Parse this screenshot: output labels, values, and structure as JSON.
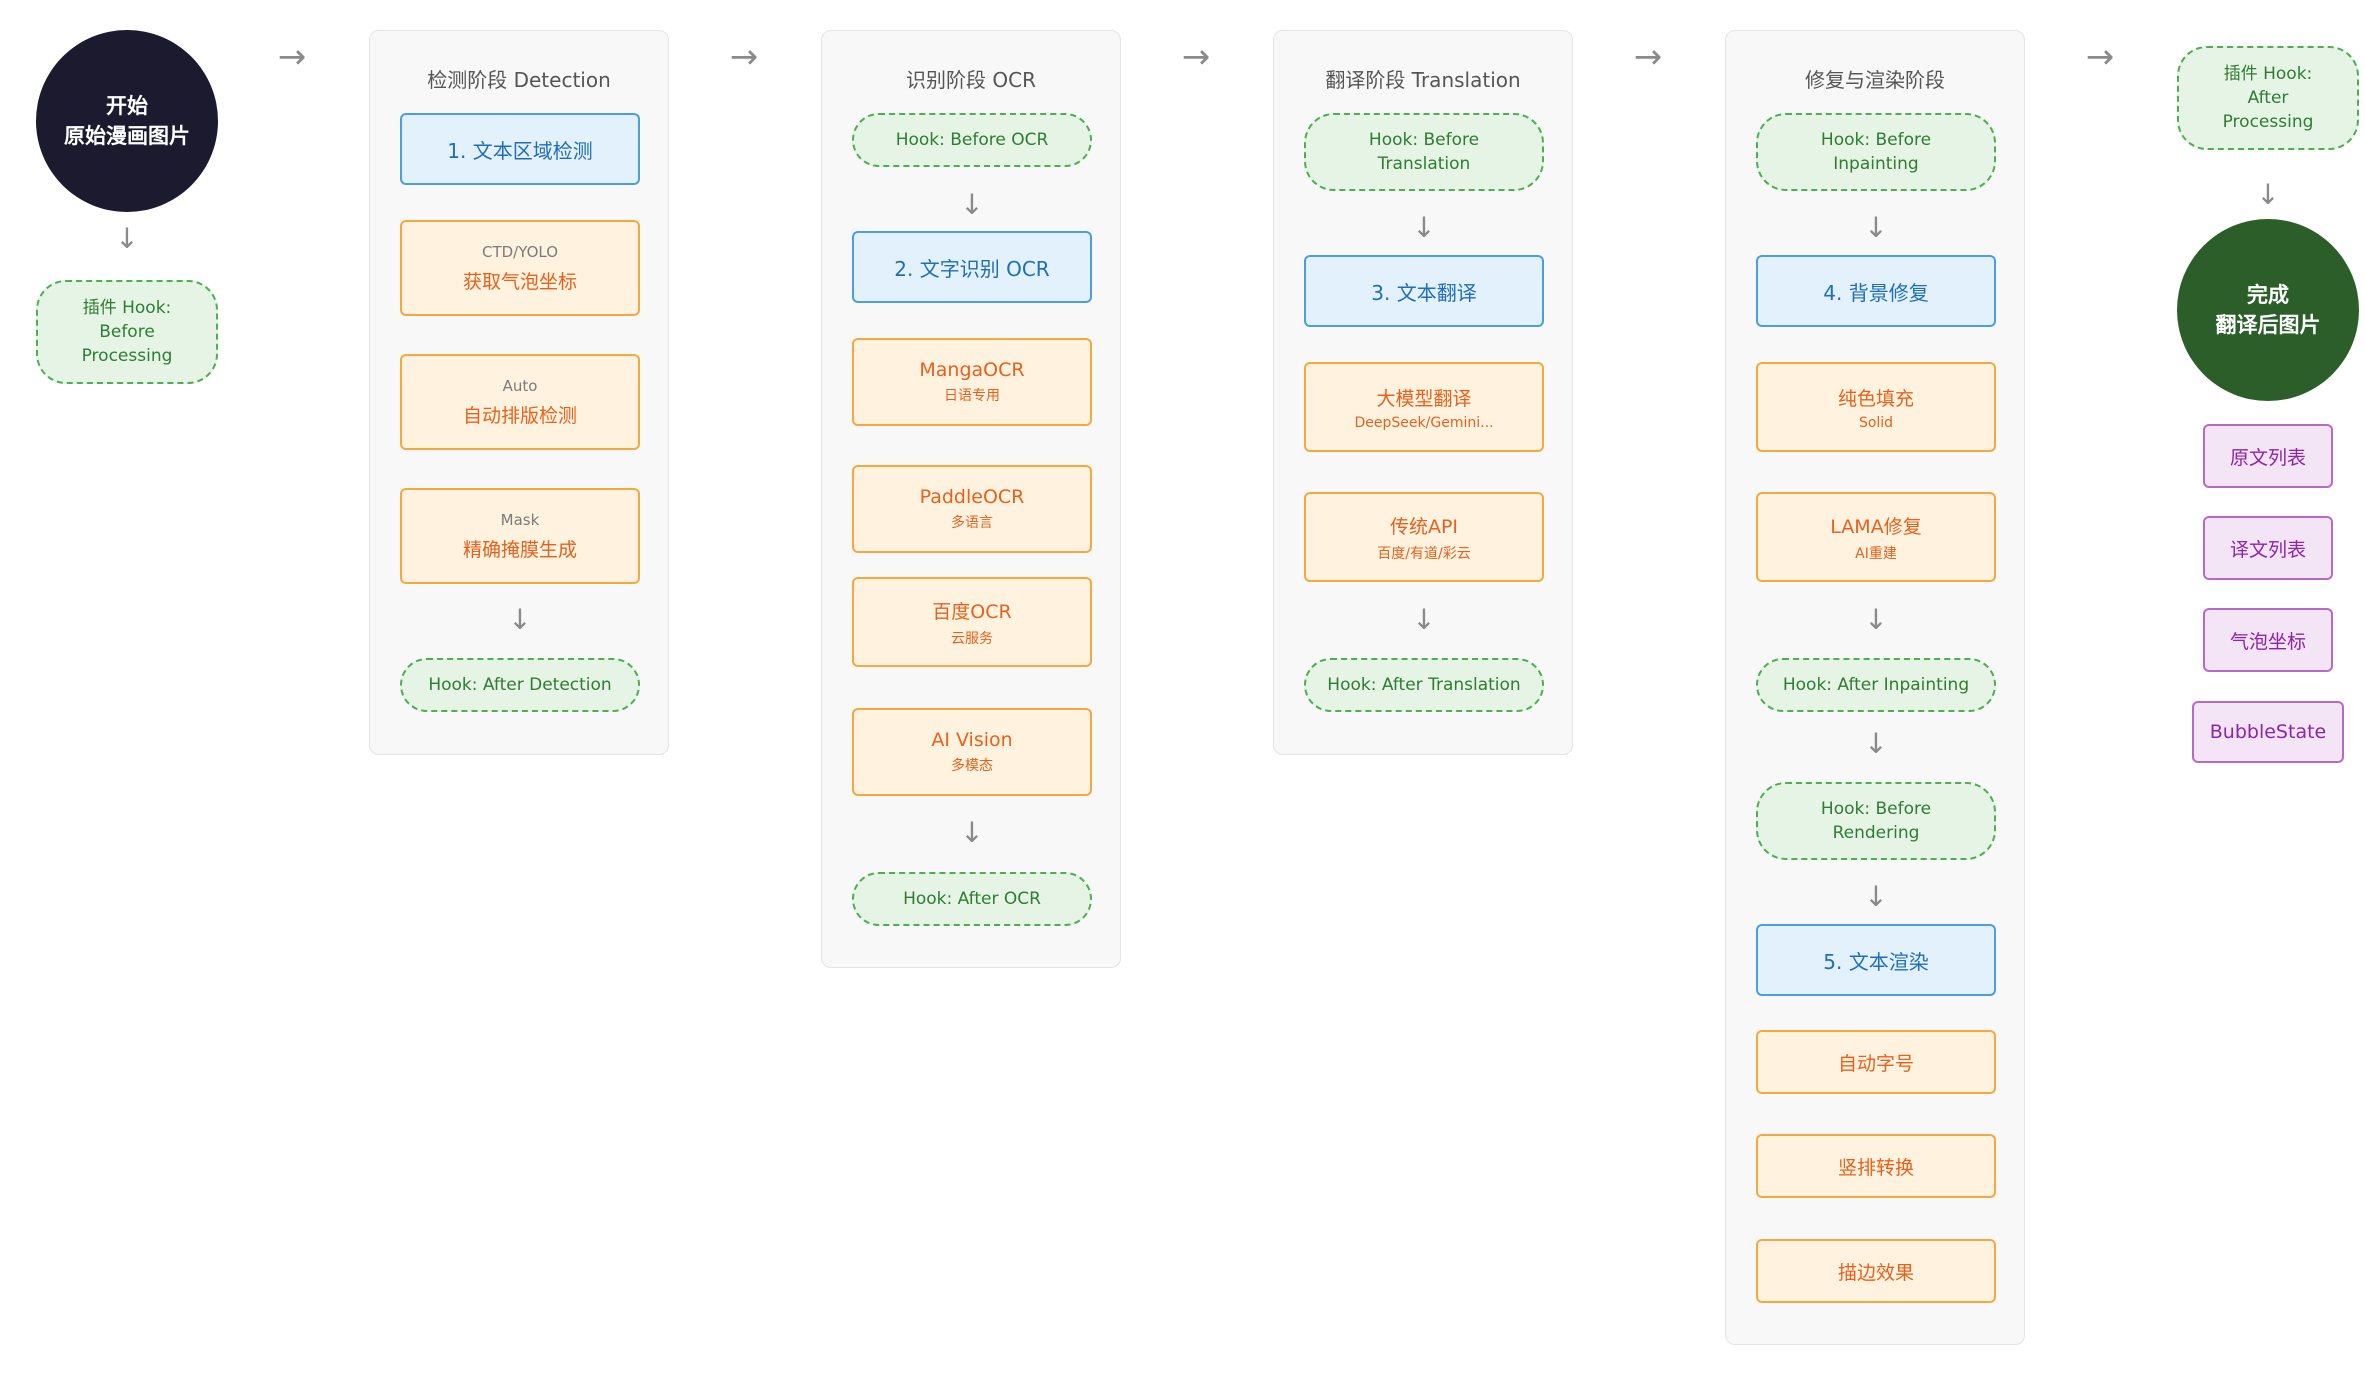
{
  "start": {
    "line1": "开始",
    "line2": "原始漫画图片"
  },
  "before_hook": {
    "line1": "插件 Hook:",
    "line2": "Before",
    "line3": "Processing"
  },
  "connector": {
    "right": "→",
    "down": "↓"
  },
  "detection": {
    "title": "检测阶段 Detection",
    "step": "1. 文本区域检测",
    "methods": [
      {
        "sub": "CTD/YOLO",
        "main": "获取气泡坐标"
      },
      {
        "sub": "Auto",
        "main": "自动排版检测"
      },
      {
        "sub": "Mask",
        "main": "精确掩膜生成"
      }
    ],
    "hook_after": "Hook: After Detection"
  },
  "ocr": {
    "title": "识别阶段 OCR",
    "hook_before": "Hook: Before OCR",
    "step": "2. 文字识别 OCR",
    "methods": [
      {
        "main": "MangaOCR",
        "sub": "日语专用"
      },
      {
        "main": "PaddleOCR",
        "sub": "多语言"
      },
      {
        "main": "百度OCR",
        "sub": "云服务"
      },
      {
        "main": "AI Vision",
        "sub": "多模态"
      }
    ],
    "hook_after": "Hook: After OCR"
  },
  "translation": {
    "title": "翻译阶段 Translation",
    "hook_before": {
      "line1": "Hook: Before",
      "line2": "Translation"
    },
    "step": "3. 文本翻译",
    "methods": [
      {
        "main": "大模型翻译",
        "sub": "DeepSeek/Gemini..."
      },
      {
        "main": "传统API",
        "sub": "百度/有道/彩云"
      }
    ],
    "hook_after": "Hook: After Translation"
  },
  "render": {
    "title": "修复与渲染阶段",
    "hook_before_inpaint": {
      "line1": "Hook: Before",
      "line2": "Inpainting"
    },
    "step_inpaint": "4. 背景修复",
    "inpaint_methods": [
      {
        "main": "纯色填充",
        "sub": "Solid"
      },
      {
        "main": "LAMA修复",
        "sub": "AI重建"
      }
    ],
    "hook_after_inpaint": "Hook: After Inpainting",
    "hook_before_render": {
      "line1": "Hook: Before",
      "line2": "Rendering"
    },
    "step_render": "5. 文本渲染",
    "render_methods": [
      "自动字号",
      "竖排转换",
      "描边效果"
    ]
  },
  "after_hook": {
    "line1": "插件 Hook:",
    "line2": "After",
    "line3": "Processing"
  },
  "end": {
    "line1": "完成",
    "line2": "翻译后图片"
  },
  "outputs": [
    "原文列表",
    "译文列表",
    "气泡坐标",
    "BubbleState"
  ]
}
